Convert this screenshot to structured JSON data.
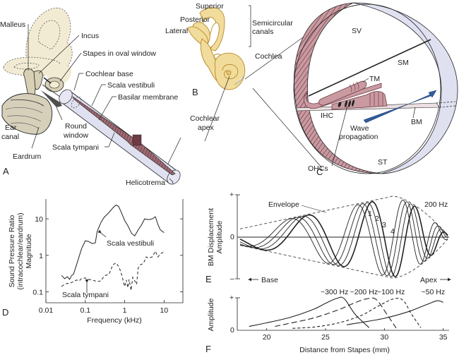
{
  "figure": {
    "panels": {
      "A": {
        "letter": "A",
        "labels": {
          "malleus": "Malleus",
          "incus": "Incus",
          "stapes": "Stapes in oval window",
          "cochlear_base": "Cochlear base",
          "scala_vestibuli": "Scala vestibuli",
          "basilar_membrane": "Basilar membrane",
          "ear_canal_1": "Ear",
          "ear_canal_2": "canal",
          "round_window_1": "Round",
          "round_window_2": "window",
          "scala_tympani": "Scala tympani",
          "eardrum": "Eardrum",
          "helicotrema": "Helicotrema"
        }
      },
      "B": {
        "letter": "B",
        "labels": {
          "superior": "Superior",
          "posterior": "Posterior",
          "lateral": "Lateral",
          "semicircular_1": "Semicircular",
          "semicircular_2": "canals",
          "cochlea": "Cochlea",
          "apex_1": "Cochlear",
          "apex_2": "apex"
        }
      },
      "C": {
        "letter": "C",
        "labels": {
          "sv": "SV",
          "sm": "SM",
          "tm": "TM",
          "ihc": "IHC",
          "bm": "BM",
          "wave_1": "Wave",
          "wave_2": "propagation",
          "ohcs": "OHCs",
          "st": "ST"
        }
      }
    },
    "colors": {
      "bone": "#f1dc9c",
      "bone_stroke": "#b8892a",
      "tissue": "#c99aa1",
      "tissue_stroke": "#6f3a44",
      "tube": "#dfe0f0",
      "arrow": "#2f5c9c",
      "membrane": "#ecdfe2"
    }
  },
  "chart_data": [
    {
      "panel": "D",
      "type": "line",
      "title": "",
      "xlabel": "Frequency (kHz)",
      "ylabel_1": "Sound Pressure Ratio",
      "ylabel_2": "(intracochlear/eardrum)",
      "ylabel_3": "Magnitude",
      "xscale": "log",
      "yscale": "log",
      "xlim": [
        0.01,
        30
      ],
      "ylim": [
        0.05,
        35
      ],
      "xticks": [
        0.01,
        0.1,
        1,
        10
      ],
      "xtick_labels": [
        "0.01",
        "0.1",
        "1",
        "10"
      ],
      "yticks": [
        0.1,
        1,
        10
      ],
      "ytick_labels": [
        "0.1",
        "1",
        "10"
      ],
      "series": [
        {
          "name": "Scala vestibuli",
          "style": "solid",
          "x": [
            0.025,
            0.03,
            0.035,
            0.04,
            0.045,
            0.05,
            0.06,
            0.08,
            0.1,
            0.12,
            0.15,
            0.18,
            0.2,
            0.25,
            0.3,
            0.4,
            0.5,
            0.6,
            0.7,
            0.8,
            1.0,
            1.2,
            1.5,
            1.8,
            2.2,
            2.7,
            3.2,
            4.0,
            5.0,
            6.0,
            7.0,
            8.0,
            10.0
          ],
          "y": [
            0.28,
            0.23,
            0.26,
            0.22,
            0.28,
            0.3,
            0.55,
            1.5,
            2.5,
            2.4,
            2.1,
            2.2,
            4.5,
            8.0,
            11.0,
            15.0,
            20.0,
            24.0,
            22.0,
            16.0,
            9.0,
            6.5,
            4.0,
            3.4,
            5.0,
            7.0,
            10.0,
            9.5,
            10.0,
            11.5,
            7.0,
            5.0,
            4.2
          ]
        },
        {
          "name": "Scala tympani",
          "style": "dashed",
          "x": [
            0.025,
            0.03,
            0.035,
            0.04,
            0.05,
            0.06,
            0.07,
            0.08,
            0.1,
            0.12,
            0.15,
            0.2,
            0.25,
            0.3,
            0.35,
            0.4,
            0.5,
            0.6,
            0.7,
            0.8,
            1.0,
            1.1,
            1.2,
            1.3,
            1.45,
            1.6,
            1.8,
            2.0,
            2.2,
            2.5,
            3.0,
            3.5,
            4.0,
            5.0,
            6.0,
            7.0,
            8.0,
            10.0
          ],
          "y": [
            0.14,
            0.16,
            0.17,
            0.17,
            0.19,
            0.21,
            0.2,
            0.23,
            0.24,
            0.22,
            0.21,
            0.19,
            0.2,
            0.27,
            0.29,
            0.3,
            0.55,
            0.62,
            0.5,
            0.35,
            0.14,
            0.21,
            0.13,
            0.22,
            0.11,
            0.25,
            0.2,
            0.16,
            0.45,
            0.55,
            0.6,
            0.9,
            0.85,
            0.9,
            1.3,
            0.9,
            1.1,
            1.25
          ]
        }
      ],
      "annotations": [
        "Scala vestibuli",
        "Scala tympani"
      ]
    },
    {
      "panel": "E",
      "type": "line",
      "title": "",
      "xlabel": "",
      "ylabel_1": "BM Displacement",
      "ylabel_2": "Amplitude",
      "yticks_labels": [
        "+",
        "0",
        "–"
      ],
      "frequency_label": "200 Hz",
      "envelope_label": "Envelope",
      "base_label": "Base",
      "apex_label": "Apex",
      "ylim": [
        -1,
        1
      ],
      "xlim": [
        18,
        35
      ],
      "series": [
        {
          "name": "1",
          "phase": 1
        },
        {
          "name": "2",
          "phase": 2
        },
        {
          "name": "3",
          "phase": 3
        },
        {
          "name": "4",
          "phase": 4
        }
      ]
    },
    {
      "panel": "F",
      "type": "line",
      "title": "",
      "xlabel": "Distance from Stapes (mm)",
      "ylabel": "Amplitude",
      "xlim": [
        17.5,
        35.5
      ],
      "ylim": [
        0,
        1
      ],
      "xticks": [
        20,
        25,
        30,
        35
      ],
      "xtick_labels": [
        "20",
        "25",
        "30",
        "35"
      ],
      "ytick_labels": [
        "+",
        "0"
      ],
      "series": [
        {
          "name": "~300 Hz",
          "style": "solid",
          "x": [
            18.5,
            20,
            22,
            24,
            25,
            26,
            26.6,
            27.5,
            28.7
          ],
          "y": [
            0.12,
            0.23,
            0.4,
            0.65,
            0.83,
            0.99,
            0.97,
            0.5,
            0.08
          ]
        },
        {
          "name": "~200 Hz",
          "style": "longdash",
          "x": [
            20.7,
            22,
            24,
            26,
            27.5,
            28.5,
            29.3,
            30.2,
            31.0
          ],
          "y": [
            0.12,
            0.22,
            0.38,
            0.62,
            0.85,
            0.97,
            0.95,
            0.5,
            0.07
          ]
        },
        {
          "name": "~100 Hz",
          "style": "dashed",
          "x": [
            22.2,
            24,
            26,
            28,
            29.5,
            30.8,
            31.6,
            32.3,
            33.1
          ],
          "y": [
            0.06,
            0.1,
            0.22,
            0.45,
            0.75,
            0.97,
            0.92,
            0.5,
            0.08
          ]
        },
        {
          "name": "~50 Hz",
          "style": "solid",
          "x": [
            26.8,
            28,
            30,
            32,
            33.5,
            34.5,
            35.0
          ],
          "y": [
            0.17,
            0.24,
            0.37,
            0.57,
            0.78,
            0.91,
            0.86
          ]
        }
      ]
    }
  ]
}
